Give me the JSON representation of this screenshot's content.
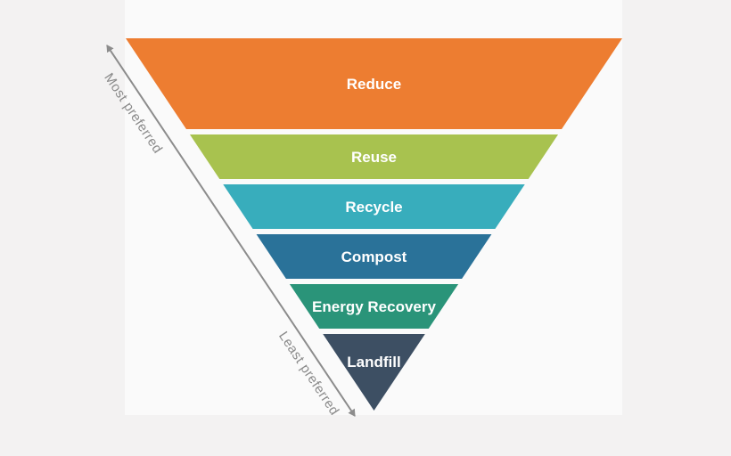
{
  "background": {
    "outer_color": "#f3f2f2",
    "inner_color": "#fafafa"
  },
  "funnel": {
    "label_color": "#ffffff",
    "levels": [
      {
        "label": "Reduce",
        "color": "#ED7D31"
      },
      {
        "label": "Reuse",
        "color": "#A8C24F"
      },
      {
        "label": "Recycle",
        "color": "#38ADBC"
      },
      {
        "label": "Compost",
        "color": "#2A7299"
      },
      {
        "label": "Energy Recovery",
        "color": "#2A9479"
      },
      {
        "label": "Landfill",
        "color": "#3D4F63"
      }
    ]
  },
  "axis": {
    "top_label": "Most preferred",
    "bottom_label": "Least preferred",
    "arrow_color": "#8c8c8c",
    "text_color": "#8a8a8a"
  }
}
